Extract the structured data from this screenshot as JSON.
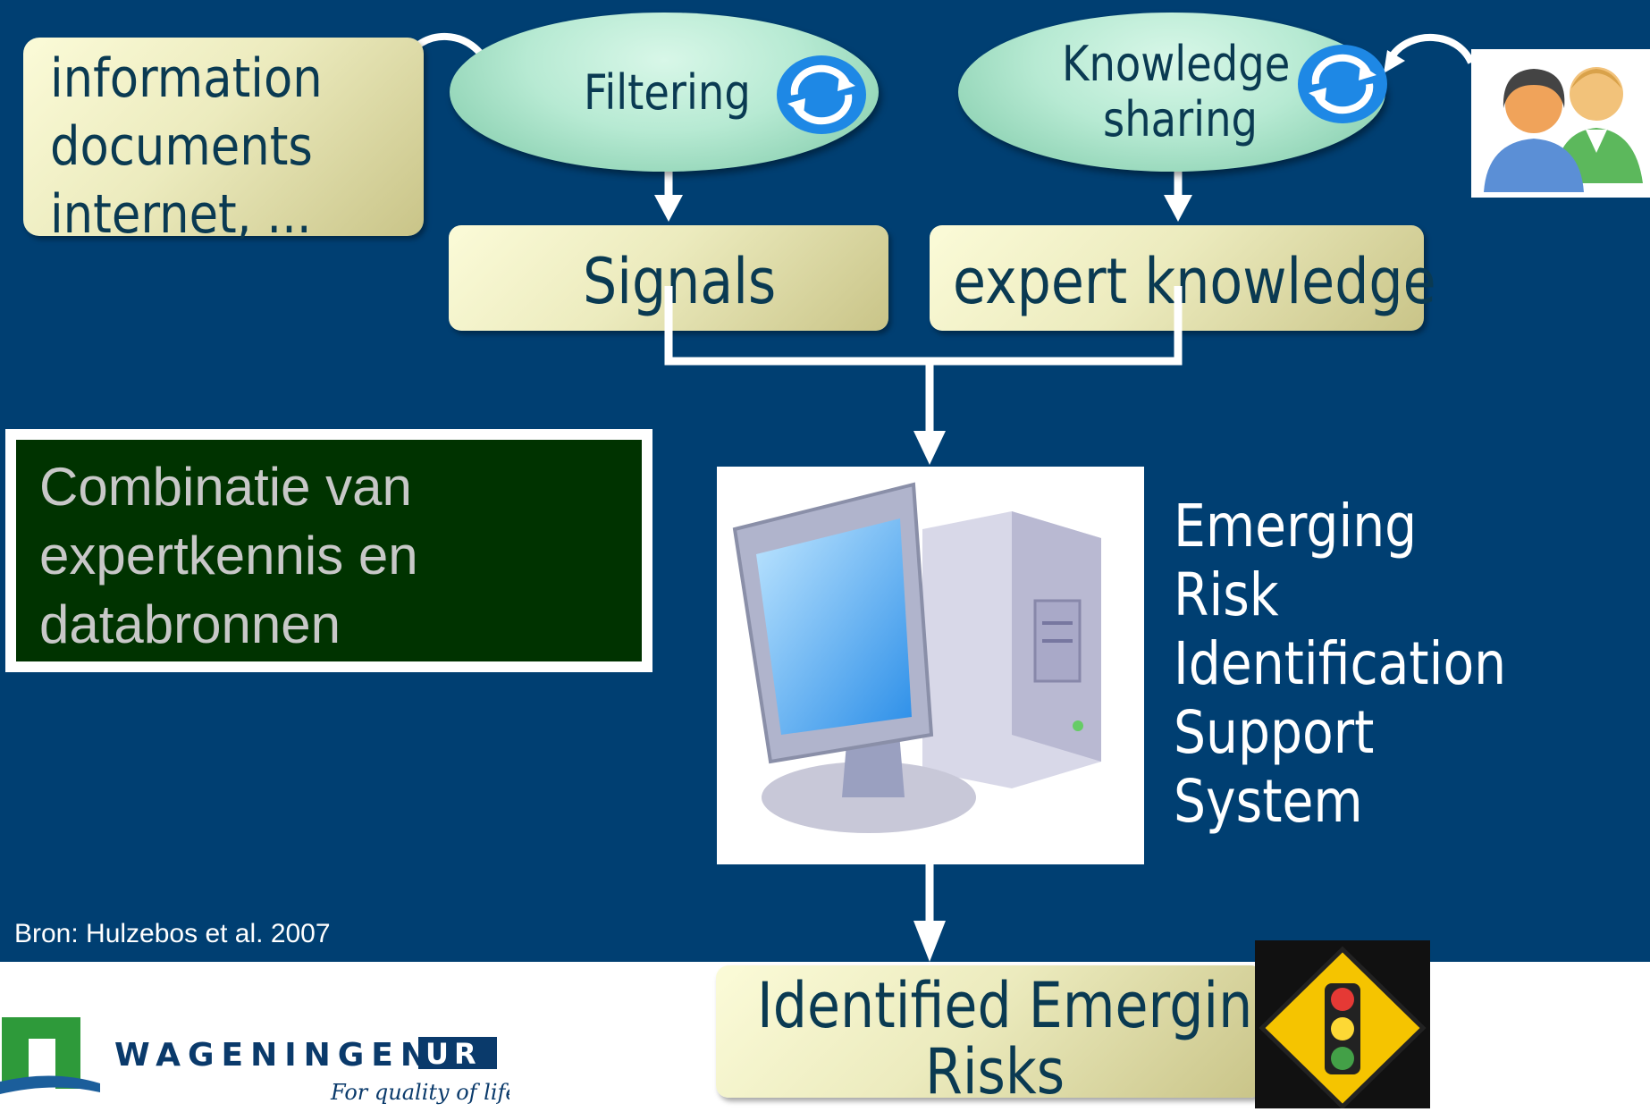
{
  "sources": {
    "lines": [
      "information",
      "documents",
      "internet, ..."
    ]
  },
  "filtering": {
    "label": "Filtering"
  },
  "knowledge_sharing": {
    "line1": "Knowledge",
    "line2": "sharing"
  },
  "signals": {
    "label": "Signals"
  },
  "expert_knowledge": {
    "label": "expert knowledge"
  },
  "combination": {
    "lines": [
      "Combinatie van",
      "expertkennis en",
      "databronnen"
    ]
  },
  "system": {
    "lines": [
      "Emerging",
      "Risk",
      "Identification",
      "Support",
      "System"
    ]
  },
  "result": {
    "line1": "Identified Emerging",
    "line2": "Risks"
  },
  "source_note": "Bron: Hulzebos et al. 2007",
  "logo": {
    "name": "WAGENINGEN",
    "suffix": "UR",
    "tagline": "For quality of life"
  },
  "colors": {
    "background": "#003f72",
    "box_fill": "#ecebbe",
    "ellipse_fill": "#b7ead3",
    "cycle_icon": "#1e88e5",
    "panel": "#003300"
  },
  "icons": [
    "cycle-icon",
    "people-icon",
    "computer-icon",
    "traffic-light-sign-icon"
  ]
}
